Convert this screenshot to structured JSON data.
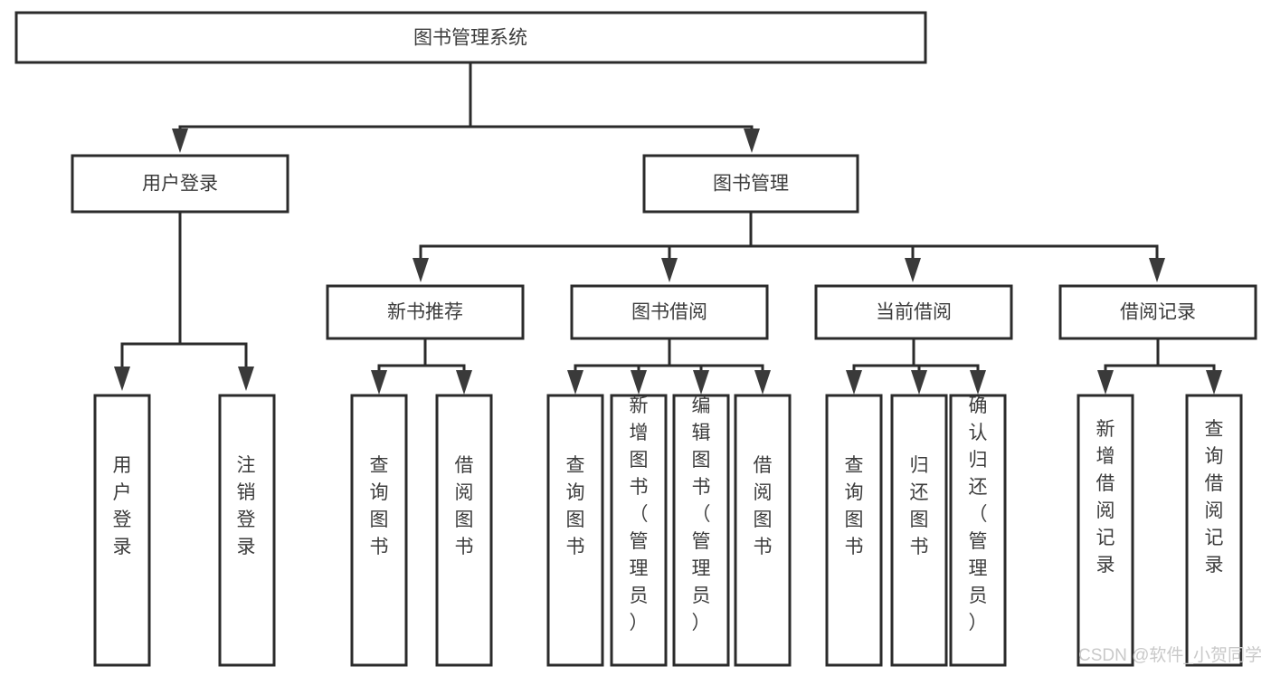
{
  "diagram": {
    "type": "hierarchy-tree",
    "title": "图书管理系统",
    "watermark": "CSDN @软件_小贺同学",
    "colors": {
      "box_stroke": "#2b2b2b",
      "box_fill": "#ffffff",
      "text": "#3c3c3c",
      "connector": "#2b2b2b",
      "watermark": "#c9c9c9",
      "background": "#ffffff"
    },
    "levels": {
      "root": {
        "label": "图书管理系统"
      },
      "level2": [
        {
          "label": "用户登录"
        },
        {
          "label": "图书管理"
        }
      ],
      "level3": [
        {
          "label": "新书推荐"
        },
        {
          "label": "图书借阅"
        },
        {
          "label": "当前借阅"
        },
        {
          "label": "借阅记录"
        }
      ],
      "leaves": {
        "user_login": [
          {
            "label": "用户登录"
          },
          {
            "label": "注销登录"
          }
        ],
        "new_book_recommend": [
          {
            "label": "查询图书"
          },
          {
            "label": "借阅图书"
          }
        ],
        "book_borrow": [
          {
            "label": "查询图书"
          },
          {
            "label": "新增图书（管理员）"
          },
          {
            "label": "编辑图书（管理员）"
          },
          {
            "label": "借阅图书"
          }
        ],
        "current_borrow": [
          {
            "label": "查询图书"
          },
          {
            "label": "归还图书"
          },
          {
            "label": "确认归还（管理员）"
          }
        ],
        "borrow_record": [
          {
            "label": "新增借阅记录"
          },
          {
            "label": "查询借阅记录"
          }
        ]
      }
    }
  }
}
